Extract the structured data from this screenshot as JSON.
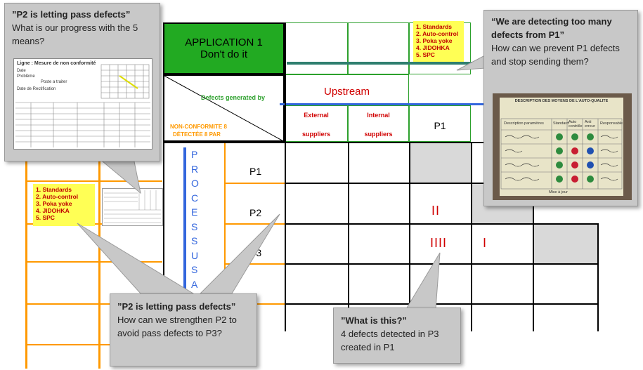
{
  "application_box": {
    "line1": "APPLICATION  1",
    "line2": "Don't do it",
    "bg": "#22aa22"
  },
  "diagonal_header": {
    "top_label": "Defects generated  by",
    "bottom_label_1": "NON-CONFORMITE 8",
    "bottom_label_2": "DÉTECTÉE 8 PAR"
  },
  "upstream": {
    "label": "Upstream",
    "external_1": "External",
    "external_2": "suppliers",
    "internal_1": "Internal",
    "internal_2": "suppliers",
    "p1": "P1"
  },
  "processus_letters": [
    "P",
    "R",
    "O",
    "C",
    "E",
    "S",
    "S",
    "U",
    "S",
    "A"
  ],
  "row_labels": [
    "P1",
    "P2",
    "P3"
  ],
  "tally_marks": {
    "p2_row": "II",
    "p3_row_a": "IIII",
    "p3_row_b": "I"
  },
  "means_list": [
    "1. Standards",
    "2. Auto-control",
    "3. Poka yoke",
    "4. JIDOHKA",
    "5. SPC"
  ],
  "callout_top_left": {
    "title": "”P2 is letting pass defects”",
    "text": "What is our progress with the 5 means?"
  },
  "callout_top_right": {
    "title": "“We are detecting too many defects from P1”",
    "text": "How can we prevent P1 defects and stop sending them?"
  },
  "callout_bottom_mid": {
    "title": "”P2 is letting pass defects”",
    "text": "How can we strengthen P2 to avoid pass defects to P3?"
  },
  "callout_bottom_right": {
    "title": "”What is this?”",
    "text": "4 defects detected in P3 created in P1"
  },
  "form_thumbnail": {
    "title": "Ligne :  Mesure de non conformité",
    "row1": "Date",
    "row2": "Problème",
    "row3": "Poste a traiter",
    "row4": "Date de Rectification"
  },
  "photo_card": {
    "header": "DESCRIPTION DES MOYENS DE L'AUTO-QUALITE",
    "col_param": "Description paramètres",
    "col_std": "Standard",
    "col_auto": "Auto contrôle",
    "col_anti": "Anti erreur",
    "col_resp": "Responsable",
    "footer": "Mise à jour"
  },
  "colors": {
    "accent_green": "#22aa22",
    "grid_green": "#2ca02c",
    "orange": "#ff9900",
    "blue": "#3366dd",
    "red": "#d00000",
    "yellow_note": "#ffff55",
    "callout_grey": "#c8c8c8"
  }
}
